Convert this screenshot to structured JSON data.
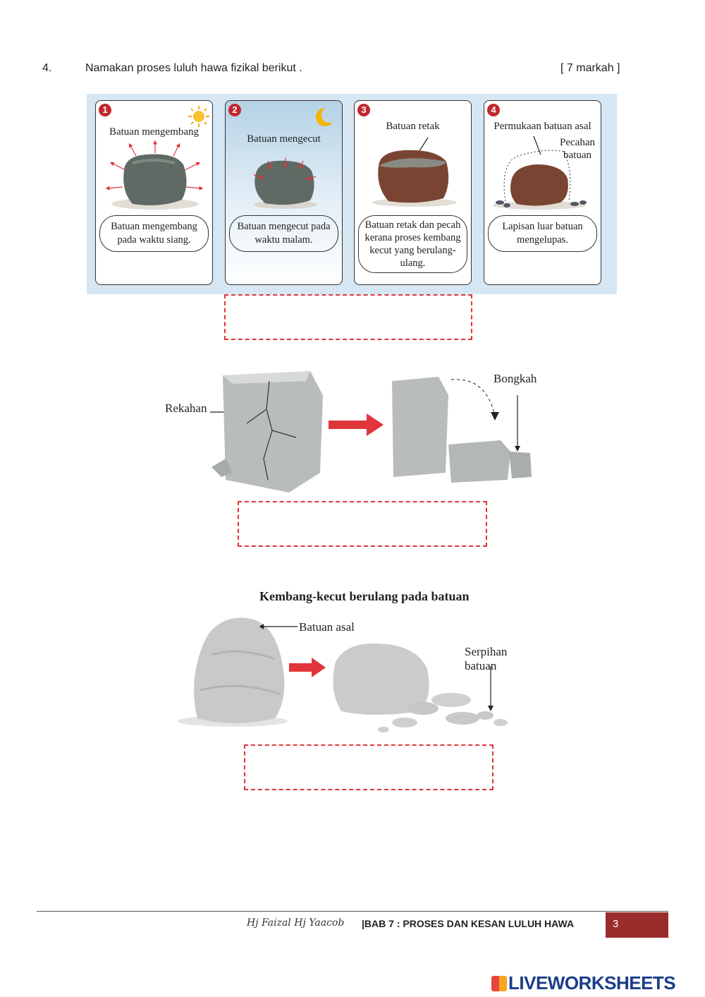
{
  "question": {
    "number": "4.",
    "text": "Namakan proses luluh hawa fizikal berikut .",
    "marks": "[ 7 markah ]"
  },
  "figure1": {
    "cards": [
      {
        "num": "1",
        "title": "Batuan mengembang",
        "caption": "Batuan mengembang pada waktu siang."
      },
      {
        "num": "2",
        "title": "Batuan mengecut",
        "caption": "Batuan mengecut pada waktu malam."
      },
      {
        "num": "3",
        "title": "Batuan retak",
        "caption": "Batuan retak dan pecah kerana proses kembang kecut yang berulang-ulang."
      },
      {
        "num": "4",
        "title": "Permukaan batuan asal",
        "label2": "Pecahan batuan",
        "caption": "Lapisan luar batuan mengelupas."
      }
    ]
  },
  "figure2": {
    "label_left": "Rekahan",
    "label_right": "Bongkah"
  },
  "figure3": {
    "title": "Kembang-kecut berulang pada batuan",
    "label_original": "Batuan asal",
    "label_fragments": "Serpihan batuan"
  },
  "footer": {
    "author": "Hj Faizal Hj Yaacob",
    "chapter": "|BAB 7  :  PROSES DAN KESAN LULUH HAWA",
    "page": "3"
  },
  "brand": {
    "name": "LIVEWORKSHEETS"
  },
  "colors": {
    "accent_red": "#c0272d",
    "dashed_box": "#e0353a",
    "footer_box": "#9b2c2c",
    "panel_bg": "#d6e7f3"
  }
}
